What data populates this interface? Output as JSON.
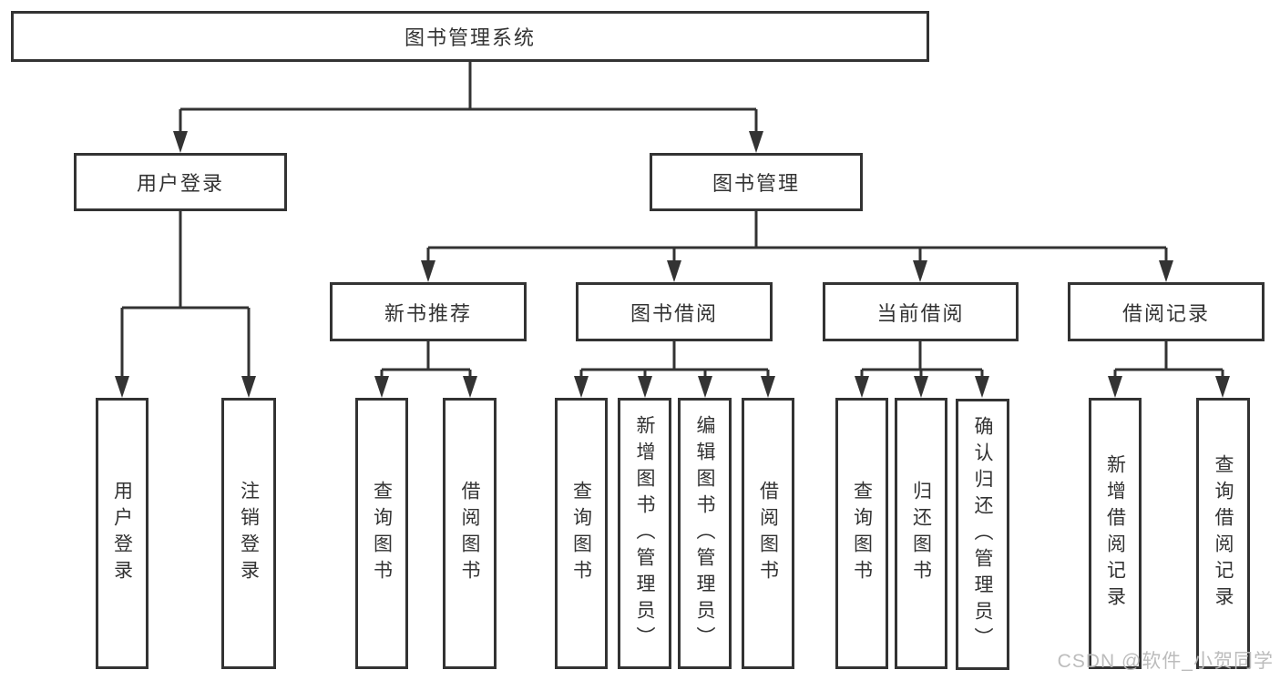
{
  "diagram": {
    "root": {
      "label": "图书管理系统"
    },
    "branches": [
      {
        "label": "用户登录",
        "children": [
          "用户登录",
          "注销登录"
        ]
      },
      {
        "label": "图书管理",
        "modules": [
          {
            "label": "新书推荐",
            "children": [
              "查询图书",
              "借阅图书"
            ]
          },
          {
            "label": "图书借阅",
            "children": [
              "查询图书",
              "新增图书（管理员）",
              "编辑图书（管理员）",
              "借阅图书"
            ]
          },
          {
            "label": "当前借阅",
            "children": [
              "查询图书",
              "归还图书",
              "确认归还（管理员）"
            ]
          },
          {
            "label": "借阅记录",
            "children": [
              "新增借阅记录",
              "查询借阅记录"
            ]
          }
        ]
      }
    ]
  },
  "watermark": {
    "text": "CSDN @软件_小贺同学"
  },
  "colors": {
    "line": "#333333",
    "node_text": "#333333",
    "background": "#ffffff",
    "watermark": "#b9b9b9"
  }
}
